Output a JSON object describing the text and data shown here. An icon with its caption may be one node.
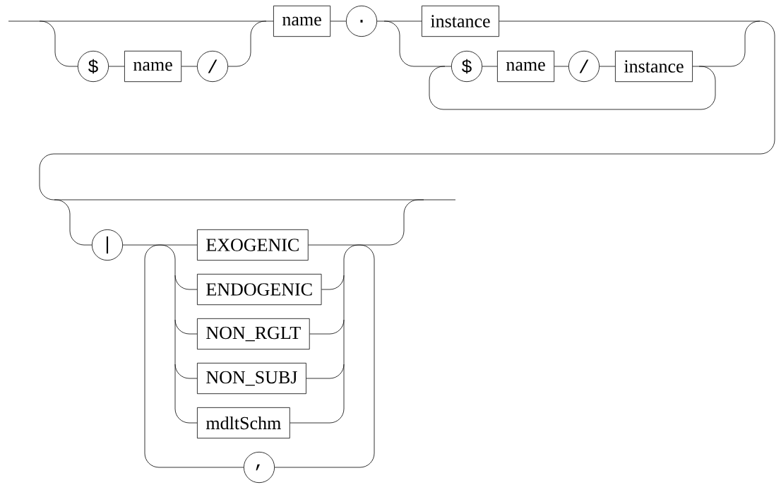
{
  "diagram": {
    "nodes": [
      {
        "text": [
          "$"
        ]
      },
      {
        "text": [
          "name"
        ]
      },
      {
        "text": [
          "/"
        ]
      },
      {
        "text": [
          "name"
        ]
      },
      {
        "text": [
          "."
        ]
      },
      {
        "text": [
          "instance"
        ]
      },
      {
        "text": [
          "$"
        ]
      },
      {
        "text": [
          "name"
        ]
      },
      {
        "text": [
          "/"
        ]
      },
      {
        "text": [
          "instance"
        ]
      },
      {
        "text": [
          "|"
        ]
      },
      {
        "text": [
          "EXOGENIC"
        ]
      },
      {
        "text": [
          "ENDOGENIC"
        ]
      },
      {
        "text": [
          "NON_RGLT"
        ]
      },
      {
        "text": [
          "NON_SUBJ"
        ]
      },
      {
        "text": [
          "mdltSchm"
        ]
      },
      {
        "text": [
          ","
        ]
      }
    ],
    "edges": [
      {
        "from": null,
        "to": 0,
        "arrow": "none"
      },
      {
        "from": null,
        "to": 3,
        "arrow": "none"
      },
      {
        "from": 0,
        "to": 1,
        "arrow": "none"
      },
      {
        "from": 1,
        "to": 2,
        "arrow": "none"
      },
      {
        "from": 2,
        "to": 3,
        "arrow": "none"
      },
      {
        "from": 3,
        "to": 4,
        "arrow": "none"
      },
      {
        "from": 4,
        "to": 5,
        "arrow": "none"
      },
      {
        "from": 4,
        "to": 6,
        "arrow": "none"
      },
      {
        "from": 6,
        "to": 7,
        "arrow": "none"
      },
      {
        "from": 7,
        "to": 8,
        "arrow": "none"
      },
      {
        "from": 8,
        "to": 9,
        "arrow": "none"
      },
      {
        "from": 9,
        "to": 6,
        "arrow": "none"
      },
      {
        "from": 5,
        "to": 10,
        "arrow": "none"
      },
      {
        "from": 9,
        "to": 10,
        "arrow": "none"
      },
      {
        "from": 5,
        "to": null,
        "arrow": "none"
      },
      {
        "from": 9,
        "to": null,
        "arrow": "none"
      },
      {
        "from": 10,
        "to": 11,
        "arrow": "none"
      },
      {
        "from": 10,
        "to": 12,
        "arrow": "none"
      },
      {
        "from": 10,
        "to": 13,
        "arrow": "none"
      },
      {
        "from": 10,
        "to": 14,
        "arrow": "none"
      },
      {
        "from": 10,
        "to": 15,
        "arrow": "none"
      },
      {
        "from": 11,
        "to": 16,
        "arrow": "none"
      },
      {
        "from": 12,
        "to": 16,
        "arrow": "none"
      },
      {
        "from": 13,
        "to": 16,
        "arrow": "none"
      },
      {
        "from": 14,
        "to": 16,
        "arrow": "none"
      },
      {
        "from": 15,
        "to": 16,
        "arrow": "none"
      },
      {
        "from": 16,
        "to": 11,
        "arrow": "none"
      },
      {
        "from": 16,
        "to": 12,
        "arrow": "none"
      },
      {
        "from": 16,
        "to": 13,
        "arrow": "none"
      },
      {
        "from": 16,
        "to": 14,
        "arrow": "none"
      },
      {
        "from": 16,
        "to": 15,
        "arrow": "none"
      },
      {
        "from": 11,
        "to": null,
        "arrow": "none"
      },
      {
        "from": 12,
        "to": null,
        "arrow": "none"
      },
      {
        "from": 13,
        "to": null,
        "arrow": "none"
      },
      {
        "from": 14,
        "to": null,
        "arrow": "none"
      },
      {
        "from": 15,
        "to": null,
        "arrow": "none"
      }
    ]
  }
}
